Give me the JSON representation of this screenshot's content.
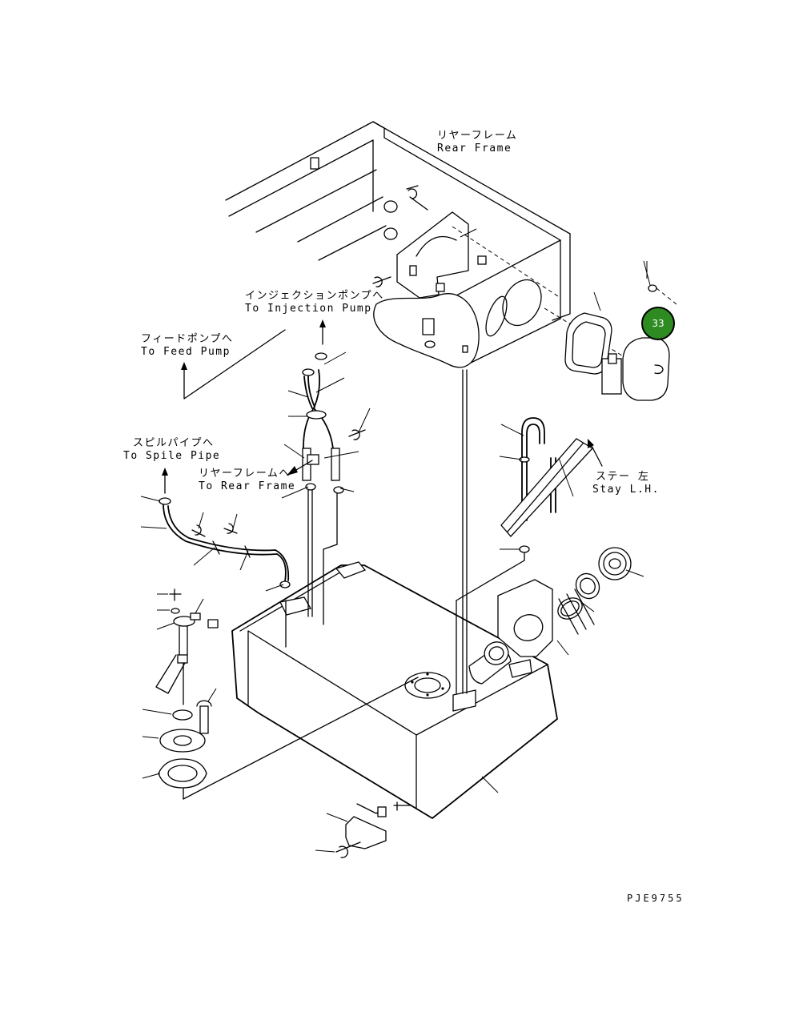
{
  "labels": {
    "rear_frame": {
      "jp": "リヤーフレーム",
      "en": "Rear Frame"
    },
    "injection_pump": {
      "jp": "インジェクションポンプへ",
      "en": "To Injection Pump"
    },
    "feed_pump": {
      "jp": "フィードポンプへ",
      "en": "To Feed Pump"
    },
    "spile_pipe": {
      "jp": "スピルパイプへ",
      "en": "To Spile Pipe"
    },
    "to_rear_frame": {
      "jp": "リヤーフレームへ",
      "en": "To Rear Frame"
    },
    "stay_lh": {
      "jp": "ステー 左",
      "en": "Stay L.H."
    }
  },
  "callout": {
    "number": "33",
    "color": "#2e8b22"
  },
  "drawing_code": "PJE9755"
}
